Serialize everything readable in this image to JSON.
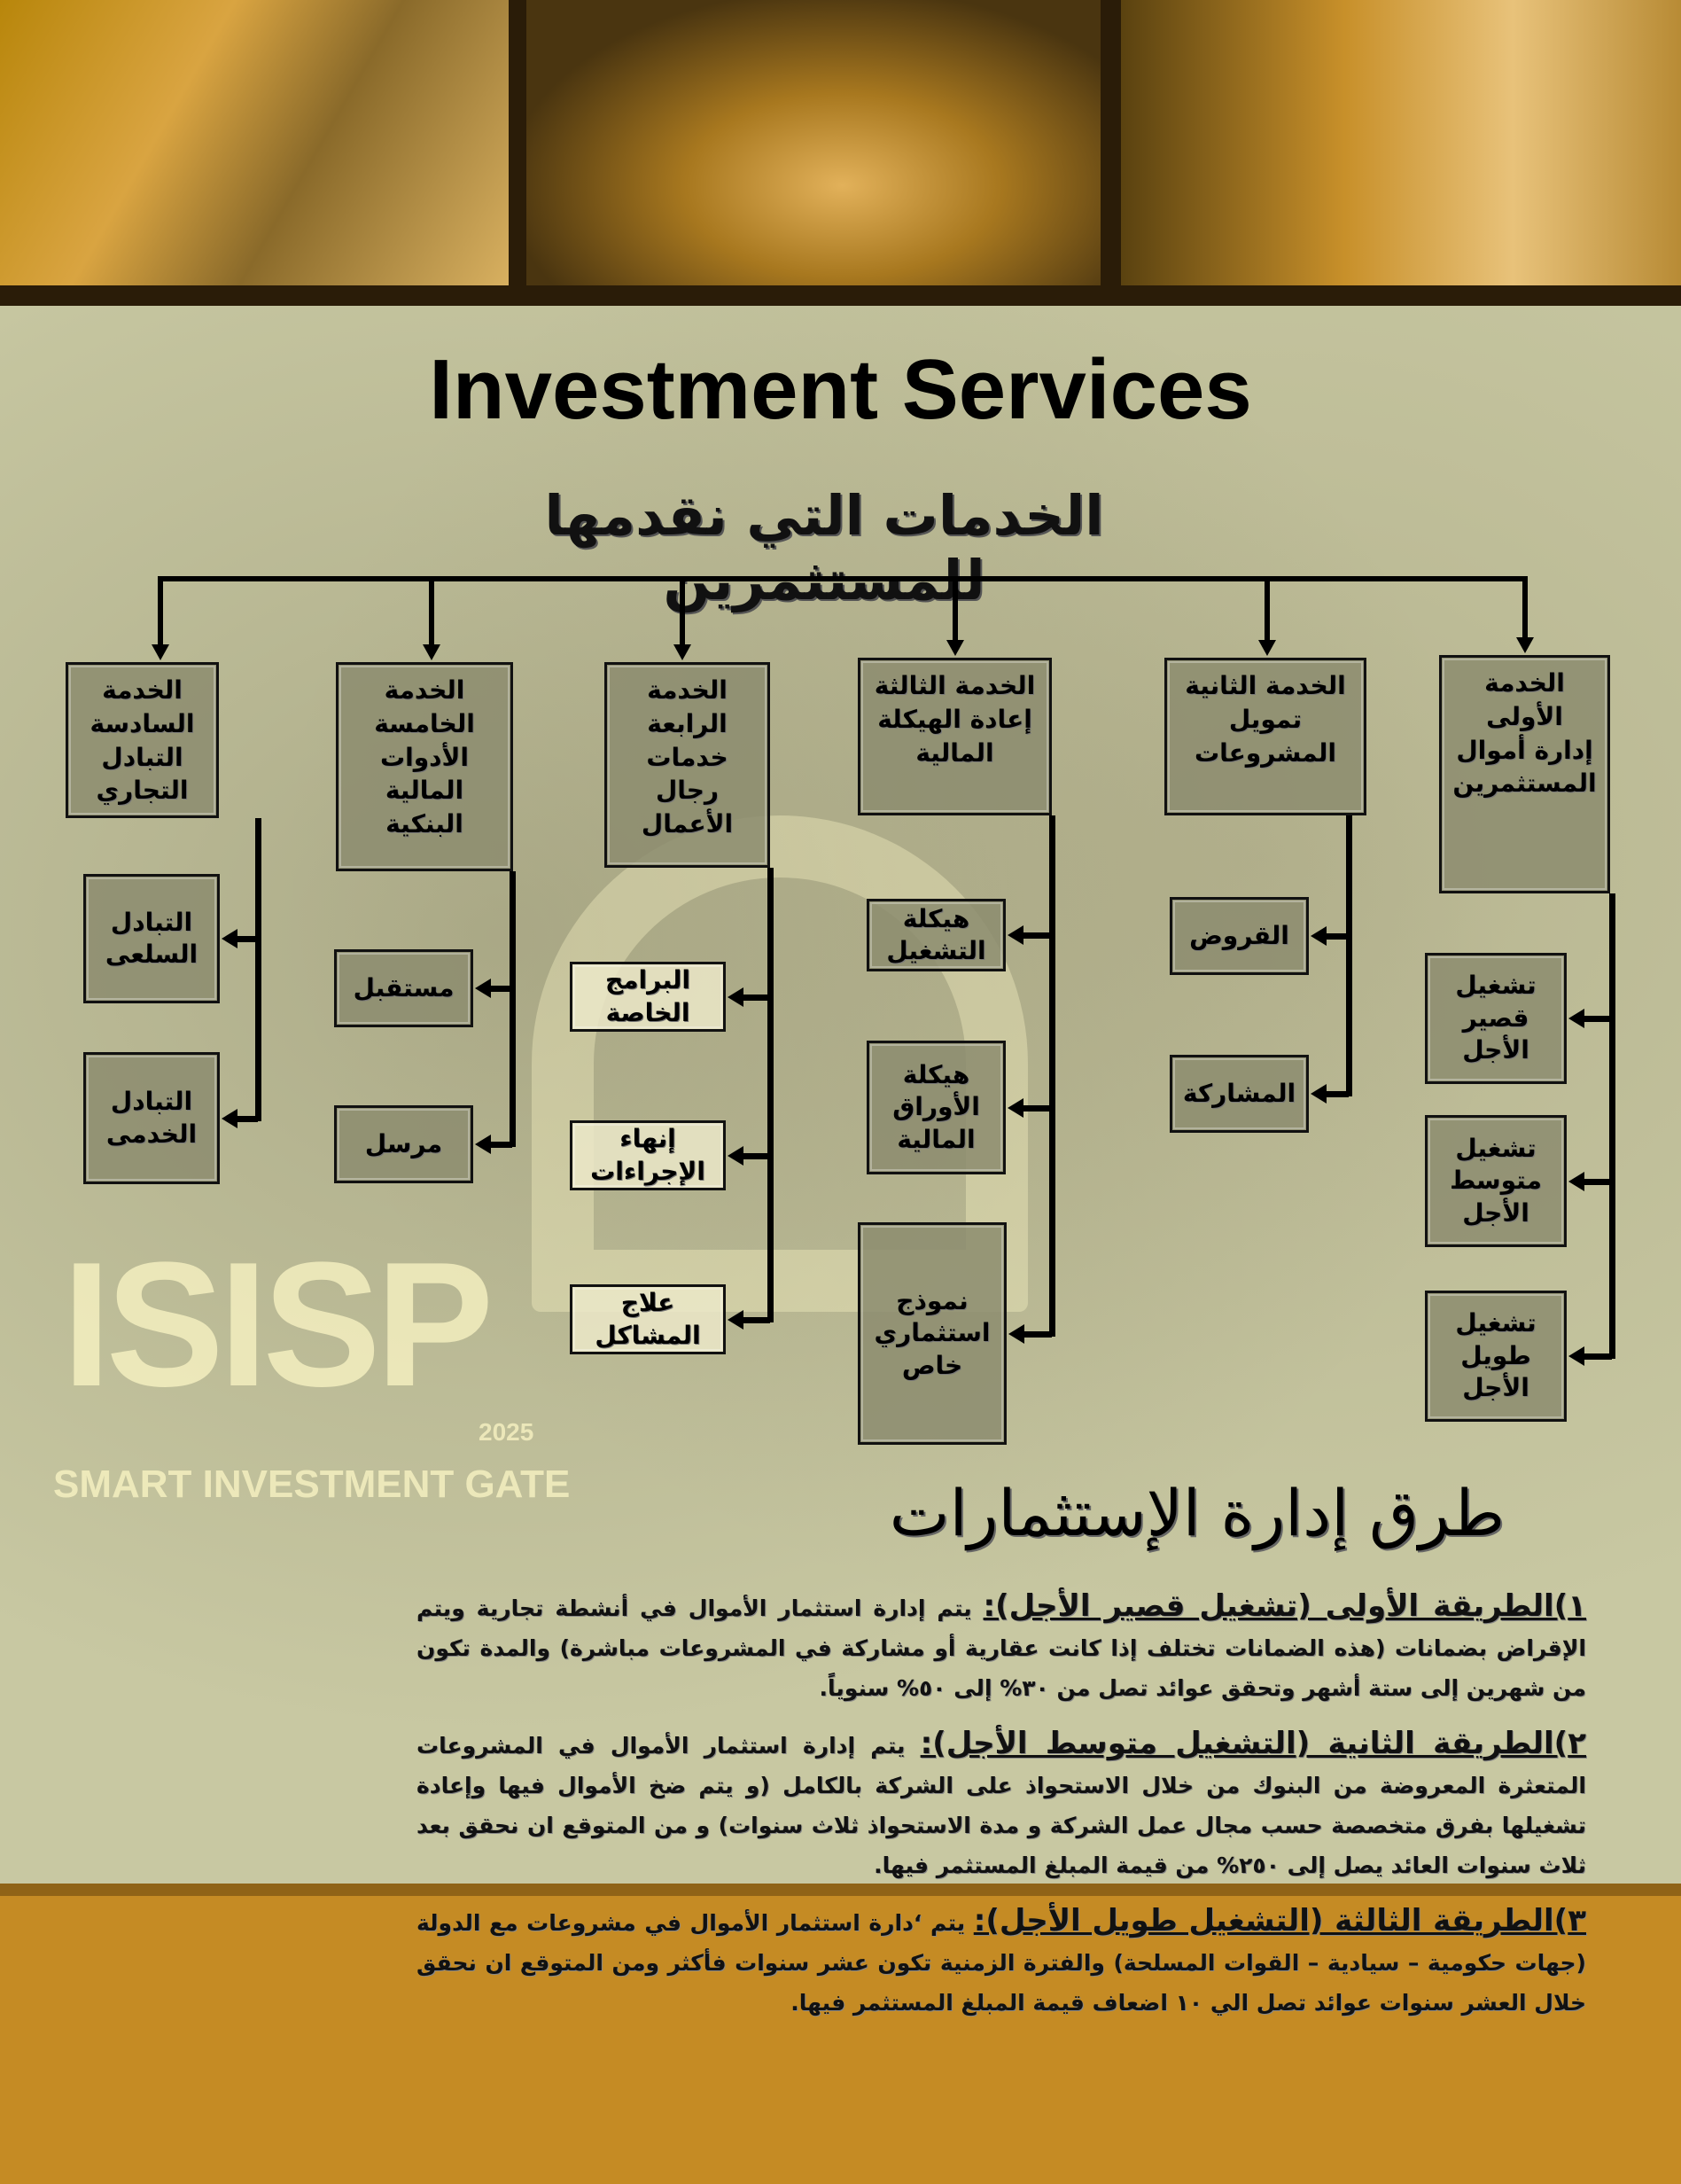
{
  "title": "Investment Services",
  "chart_heading": "الخدمات التي نقدمها للمستثمرين",
  "logo": {
    "letters": "ISISP",
    "year": "2025",
    "tagline": "SMART INVESTMENT GATE"
  },
  "services": [
    {
      "label": "الخدمة الأولى",
      "name": "إدارة أموال المستثمرين",
      "children": [
        "تشغيل قصير الأجل",
        "تشغيل متوسط الأجل",
        "تشغيل طويل الأجل"
      ]
    },
    {
      "label": "الخدمة الثانية",
      "name": "تمويل المشروعات",
      "children": [
        "القروض",
        "المشاركة"
      ]
    },
    {
      "label": "الخدمة الثالثة",
      "name": "إعادة الهيكلة المالية",
      "children": [
        "هيكلة التشغيل",
        "هيكلة الأوراق المالية",
        "نموذج استثماري خاص"
      ]
    },
    {
      "label": "الخدمة الرابعة",
      "name": "خدمات رجال الأعمال",
      "children": [
        "البرامج الخاصة",
        "إنهاء الإجراءات",
        "علاج المشاكل"
      ]
    },
    {
      "label": "الخدمة الخامسة",
      "name": "الأدوات المالية البنكية",
      "children": [
        "مستقبل",
        "مرسل"
      ]
    },
    {
      "label": "الخدمة السادسة",
      "name": "التبادل التجاري",
      "children": [
        "التبادل السلعى",
        "التبادل الخدمى"
      ]
    }
  ],
  "methods": {
    "title": "طرق إدارة الإستثمارات",
    "items": [
      {
        "heading": "١)الطريقة الأولى (تشغيل قصير الأجل):",
        "text": " يتم إدارة استثمار الأموال في أنشطة تجارية ويتم الإقراض بضمانات (هذه الضمانات تختلف إذا كانت عقارية أو مشاركة في المشروعات مباشرة) والمدة تكون من شهرين إلى ستة أشهر وتحقق عوائد تصل من ٣٠% إلى ٥٠% سنوياً."
      },
      {
        "heading": "٢)الطريقة الثانية (التشغيل متوسط الأجل):",
        "text": " يتم إدارة استثمار الأموال في المشروعات المتعثرة المعروضة من البنوك من خلال الاستحواذ على الشركة بالكامل (و يتم ضخ الأموال فيها وإعادة تشغيلها بفرق متخصصة حسب مجال عمل الشركة و مدة الاستحواذ ثلاث سنوات) و من المتوقع ان نحقق بعد ثلاث سنوات العائد يصل إلى ٢٥٠% من قيمة المبلغ المستثمر فيها."
      },
      {
        "heading": "٣)الطريقة الثالثة (التشغيل طويل الأجل):",
        "text": " يتم ‘دارة استثمار الأموال في مشروعات مع الدولة (جهات حكومية – سيادية – القوات المسلحة) والفترة الزمنية تكون عشر سنوات فأكثر ومن المتوقع ان نحقق خلال العشر سنوات عوائد تصل الي ١٠ اضعاف قيمة المبلغ المستثمر فيها."
      }
    ]
  },
  "colors": {
    "upper_bg": "#c8c8a2",
    "lower_bg": "#c58b24"
  }
}
